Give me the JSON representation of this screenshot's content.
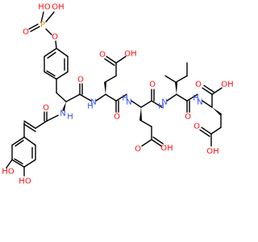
{
  "colors": {
    "bond": "#000000",
    "oxygen": "#ff0d0d",
    "nitrogen": "#3050f8",
    "phosphorus": "#ff8000",
    "hydrogen": "#000000",
    "background": "#ffffff"
  },
  "labels": {
    "phosphate_ho_1": "HO",
    "phosphate_p": "P",
    "phosphate_oh_1": "OH",
    "phosphate_o_double": "O",
    "phosphate_o_ester": "O",
    "caffeoyl_o": "O",
    "caffeoyl_ho_1": "HO",
    "caffeoyl_ho_2": "HO",
    "tyr_nh": "N",
    "tyr_nh_h": "H",
    "tyr_amide_o": "O",
    "glu1_side_o": "O",
    "glu1_side_oh": "OH",
    "glu1_nh": "N",
    "glu1_nh_h": "H",
    "glu1_amide_o": "O",
    "glu2_nh": "N",
    "glu2_nh_h": "H",
    "glu2_side_o": "O",
    "glu2_side_oh": "OH",
    "glu2_amide_o": "O",
    "ile_nh": "N",
    "ile_nh_h": "H",
    "ile_amide_o": "O",
    "glu3_nh": "N",
    "glu3_nh_h": "H",
    "glu3_acid_o": "O",
    "glu3_acid_oh": "OH",
    "glu3_side_o": "O",
    "glu3_side_oh": "OH"
  }
}
